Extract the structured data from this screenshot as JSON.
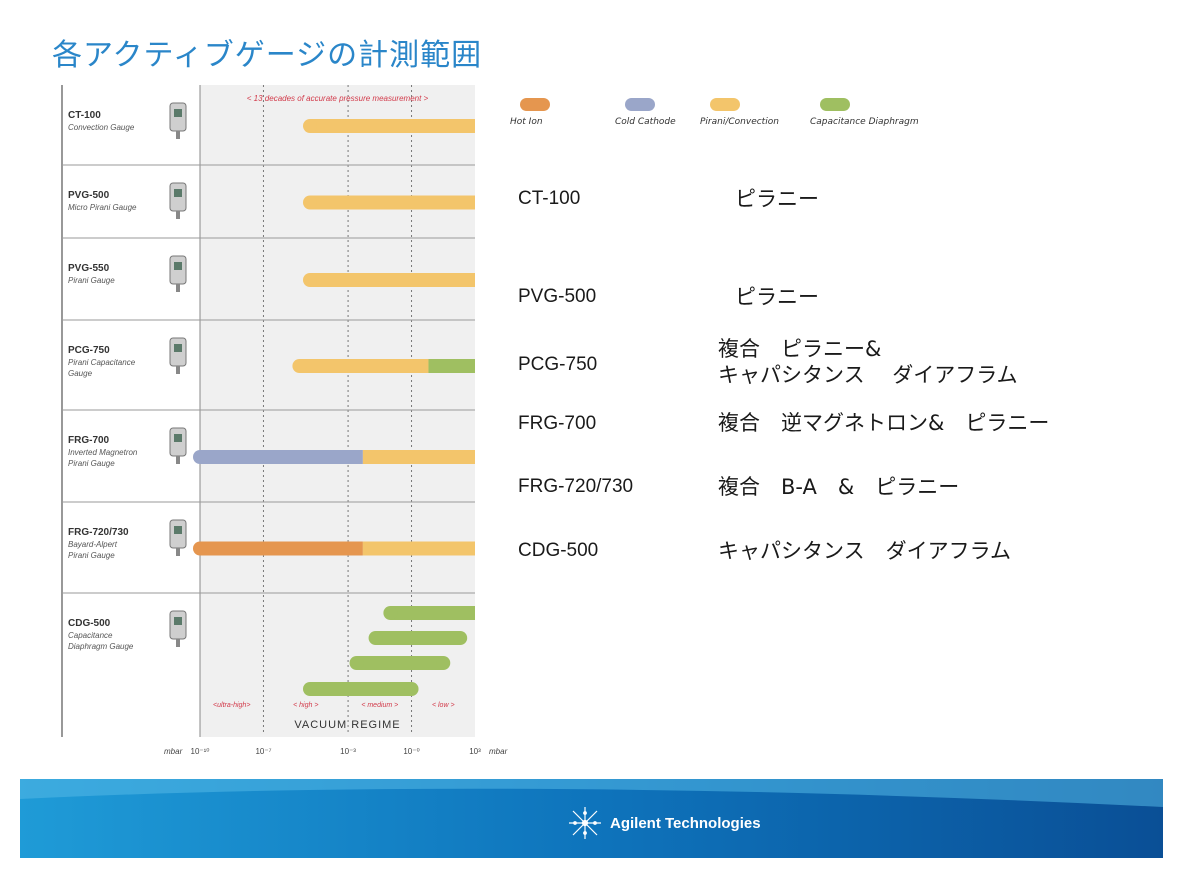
{
  "slide": {
    "title": "各アクティブゲージの計測範囲",
    "legend": [
      {
        "label": "Hot Ion",
        "color": "#e5964f",
        "icon": "orange-pill"
      },
      {
        "label": "Cold Cathode",
        "color": "#9aa6c9",
        "icon": "blue-pill"
      },
      {
        "label": "Pirani/Convection",
        "color": "#f3c56b",
        "icon": "yellow-pill"
      },
      {
        "label": "Capacitance Diaphragm",
        "color": "#9fbf61",
        "icon": "green-pill"
      }
    ],
    "descriptions": [
      {
        "model": "CT-100",
        "text": "ピラニー"
      },
      {
        "model": "PVG-500",
        "text": "ピラニー"
      },
      {
        "model": "PCG-750",
        "text": "複合　ピラニー&\nキャパシタンス　 ダイアフラム"
      },
      {
        "model": "FRG-700",
        "text": "複合　逆マグネトロン&　ピラニー"
      },
      {
        "model": "FRG-720/730",
        "text": "複合　B-A　&　ピラニー"
      },
      {
        "model": "CDG-500",
        "text": "キャパシタンス　ダイアフラム"
      }
    ],
    "footer": {
      "brand": "Agilent Technologies"
    }
  },
  "chart_data": {
    "type": "range-bar",
    "top_note": "<   13 decades of accurate pressure measurement   >",
    "x_unit": "mbar",
    "x_ticks": [
      "10⁻¹⁰",
      "10⁻⁷",
      "10⁻³",
      "10⁻⁰",
      "10³"
    ],
    "x_tick_exponents": [
      -10,
      -7,
      -3,
      0,
      3
    ],
    "regimes": [
      "<ultra-high>",
      "<   high   >",
      "< medium >",
      "<   low   >"
    ],
    "regime_title": "VACUUM REGIME",
    "gauges": [
      {
        "name": "CT-100",
        "subtitle": "Convection Gauge",
        "bars": [
          {
            "type": "Pirani/Convection",
            "from": -4.8,
            "to": 3
          }
        ]
      },
      {
        "name": "PVG-500",
        "subtitle": "Micro Pirani Gauge",
        "bars": [
          {
            "type": "Pirani/Convection",
            "from": -4.8,
            "to": 3
          }
        ]
      },
      {
        "name": "PVG-550",
        "subtitle": "Pirani Gauge",
        "bars": [
          {
            "type": "Pirani/Convection",
            "from": -4.8,
            "to": 3
          }
        ]
      },
      {
        "name": "PCG-750",
        "subtitle": "Pirani Capacitance Gauge",
        "bars": [
          {
            "type": "Pirani/Convection",
            "from": -5.3,
            "to": 0.8
          },
          {
            "type": "Capacitance Diaphragm",
            "from": 0.8,
            "to": 3
          }
        ]
      },
      {
        "name": "FRG-700",
        "subtitle": "Inverted Magnetron Pirani Gauge",
        "bars": [
          {
            "type": "Cold Cathode",
            "from": -10,
            "to": -2.3
          },
          {
            "type": "Pirani/Convection",
            "from": -2.3,
            "to": 3
          }
        ]
      },
      {
        "name": "FRG-720/730",
        "subtitle": "Bayard-Alpert Pirani Gauge",
        "bars": [
          {
            "type": "Hot Ion",
            "from": -10,
            "to": -2.3
          },
          {
            "type": "Pirani/Convection",
            "from": -2.3,
            "to": 3
          }
        ]
      },
      {
        "name": "CDG-500",
        "subtitle": "Capacitance Diaphragm Gauge",
        "bars": [
          {
            "type": "Capacitance Diaphragm",
            "from": -1,
            "to": 3
          },
          {
            "type": "Capacitance Diaphragm",
            "from": -1.7,
            "to": 2.3
          },
          {
            "type": "Capacitance Diaphragm",
            "from": -2.6,
            "to": 1.5
          },
          {
            "type": "Capacitance Diaphragm",
            "from": -4.8,
            "to": 0
          }
        ]
      }
    ]
  }
}
